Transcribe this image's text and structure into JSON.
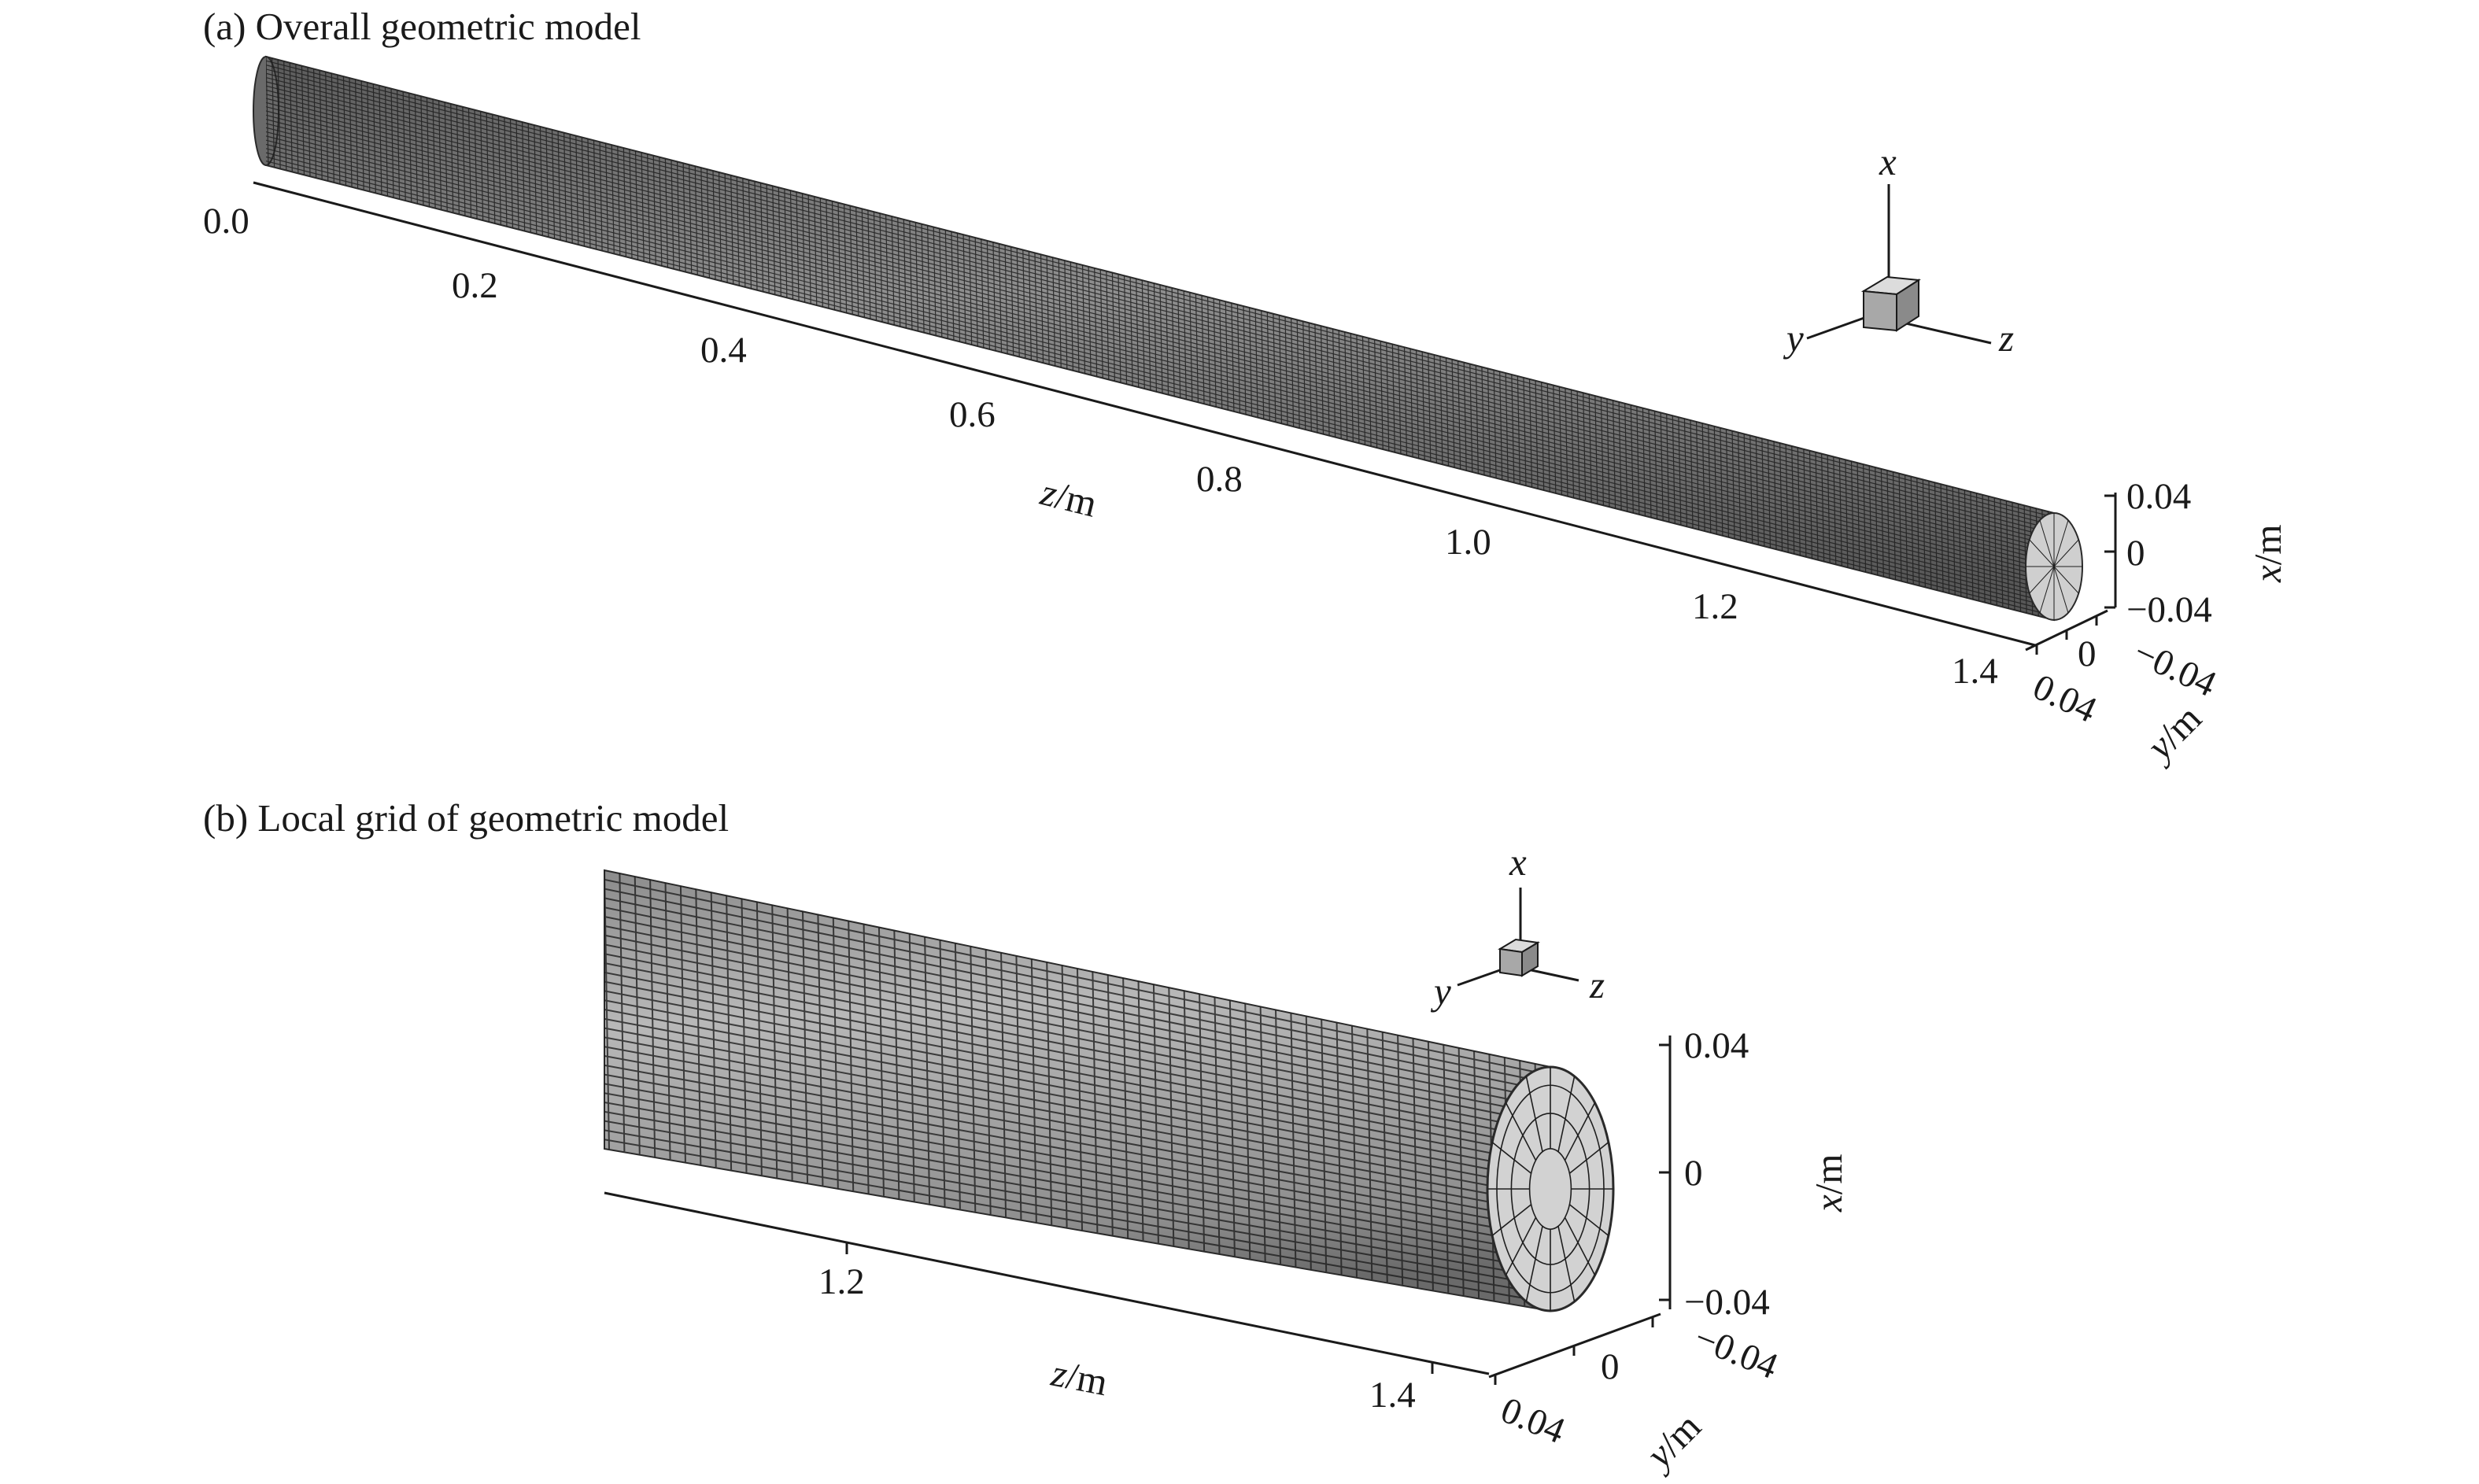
{
  "figure": {
    "panel_a": {
      "title": "(a) Overall geometric model",
      "z_ticks": [
        "0.0",
        "0.2",
        "0.4",
        "0.6",
        "0.8",
        "1.0",
        "1.2",
        "1.4"
      ],
      "z_label_var": "z",
      "z_label_unit": "/m",
      "x_ticks": [
        "0.04",
        "0",
        "−0.04"
      ],
      "x_label_var": "x",
      "x_label_unit": "/m",
      "y_ticks": [
        "−0.04",
        "0",
        "0.04"
      ],
      "y_label_var": "y",
      "y_label_unit": "/m",
      "triad": {
        "x": "x",
        "y": "y",
        "z": "z"
      }
    },
    "panel_b": {
      "title": "(b) Local grid of geometric model",
      "z_ticks": [
        "1.2",
        "1.4"
      ],
      "z_label_var": "z",
      "z_label_unit": "/m",
      "x_ticks": [
        "0.04",
        "0",
        "−0.04"
      ],
      "x_label_var": "x",
      "x_label_unit": "/m",
      "y_ticks": [
        "−0.04",
        "0",
        "0.04"
      ],
      "y_label_var": "y",
      "y_label_unit": "/m",
      "triad": {
        "x": "x",
        "y": "y",
        "z": "z"
      }
    },
    "colors": {
      "mesh_side": "#9a9a9a",
      "mesh_end": "#cfcfcf",
      "mesh_line": "#1e1e1e",
      "triad_cube": "#a8a8a8"
    }
  }
}
